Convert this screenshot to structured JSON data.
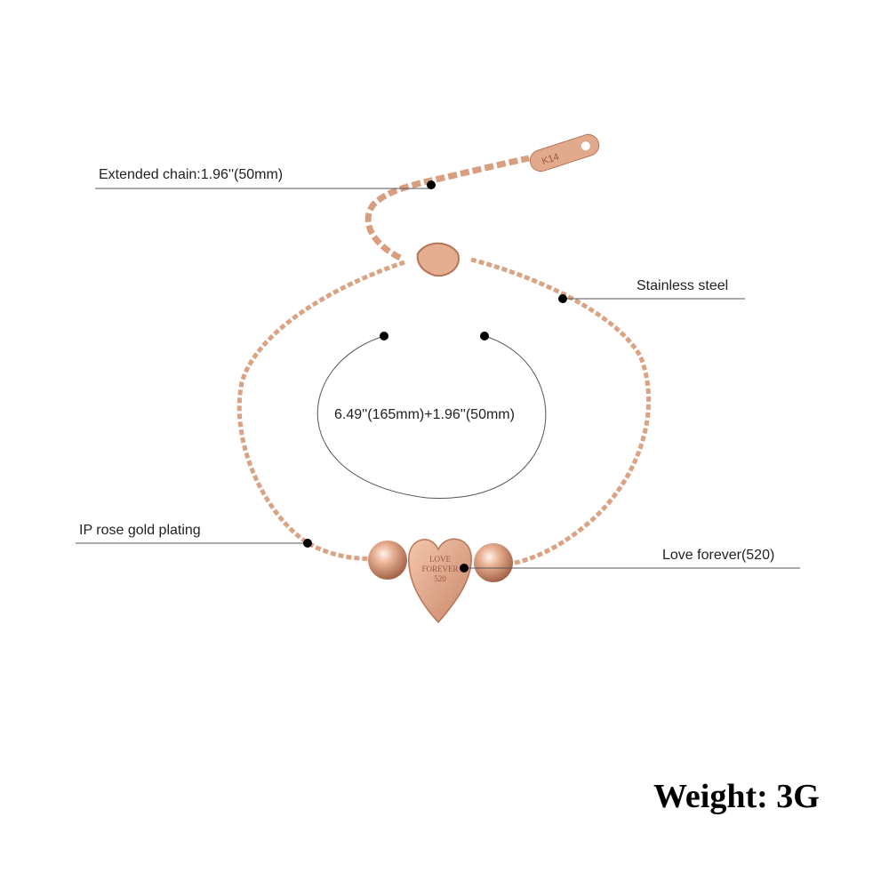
{
  "annotations": {
    "extended_chain": "Extended chain:1.96''(50mm)",
    "stainless_steel": "Stainless steel",
    "length": "6.49''(165mm)+1.96''(50mm)",
    "plating": "IP rose gold plating",
    "charm": "Love forever(520)"
  },
  "heart_engraving": {
    "line1": "LOVE",
    "line2": "FOREVER",
    "line3": "520"
  },
  "tag_engraving": "K14",
  "weight": "Weight: 3G",
  "colors": {
    "rose_gold": "#e0a887",
    "rose_gold_dark": "#b87457",
    "leader_line": "#555555",
    "dot": "#000000"
  }
}
